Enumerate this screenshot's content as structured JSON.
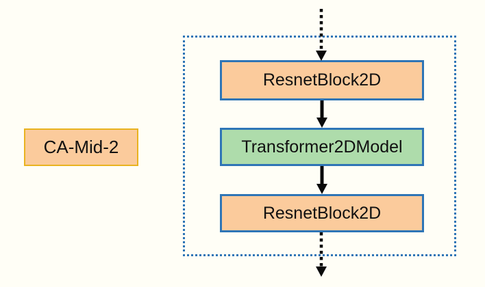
{
  "diagram": {
    "side_label": {
      "text": "CA-Mid-2"
    },
    "container": {
      "name": "mid-block-group"
    },
    "blocks": [
      {
        "label": "ResnetBlock2D",
        "type": "resnet"
      },
      {
        "label": "Transformer2DModel",
        "type": "transformer"
      },
      {
        "label": "ResnetBlock2D",
        "type": "resnet"
      }
    ],
    "arrows": [
      {
        "name": "input-arrow",
        "style": "dotted",
        "direction": "down"
      },
      {
        "name": "resnet-to-transformer-arrow",
        "style": "solid",
        "direction": "down"
      },
      {
        "name": "transformer-to-resnet-arrow",
        "style": "solid",
        "direction": "down"
      },
      {
        "name": "output-arrow",
        "style": "dotted",
        "direction": "down"
      }
    ],
    "colors": {
      "peach_fill": "#FBCB9C",
      "gold_border": "#E9B320",
      "green_fill": "#AEDCAB",
      "blue_border": "#2E75B6",
      "arrow_color": "#0A0A0A",
      "background": "#FFFEF6",
      "text_color": "#111111"
    }
  }
}
